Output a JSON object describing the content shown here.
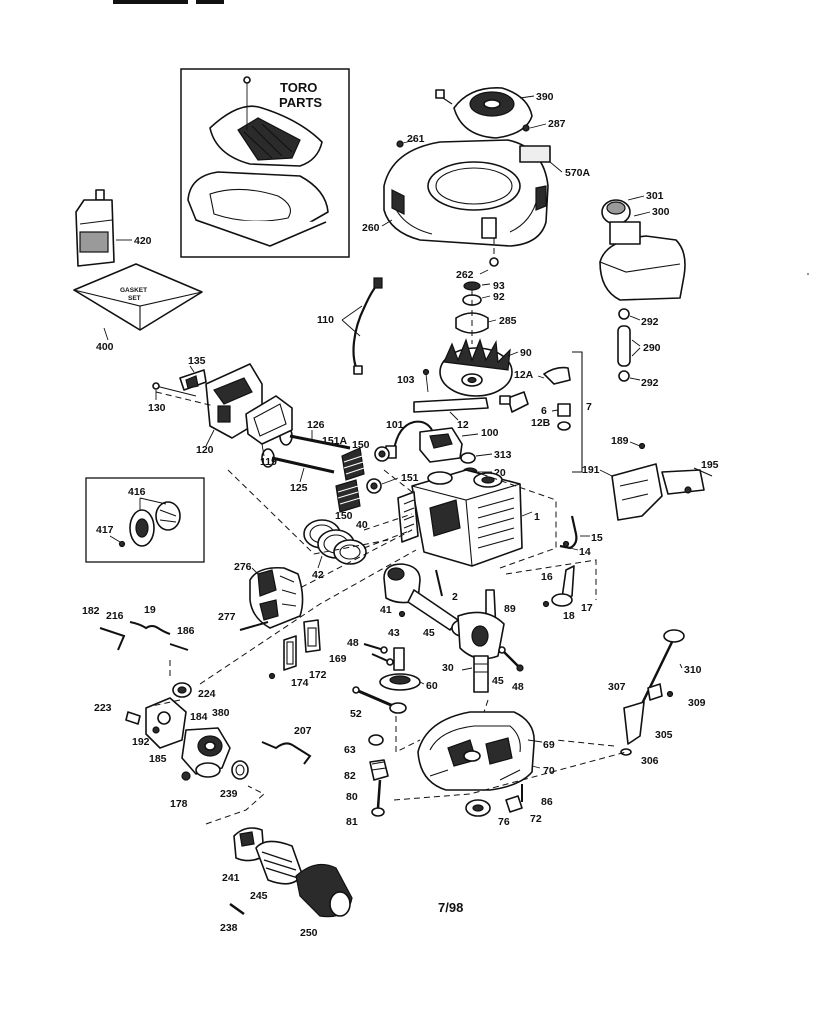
{
  "inset": {
    "title_line1": "TORO",
    "title_line2": "PARTS"
  },
  "gasket_set": {
    "line1": "GASKET",
    "line2": "SET"
  },
  "date_code": "7/98",
  "labels": {
    "p390": "390",
    "p287": "287",
    "p261": "261",
    "p570A": "570A",
    "p260": "260",
    "p301": "301",
    "p300": "300",
    "p420": "420",
    "p400": "400",
    "p262": "262",
    "p93": "93",
    "p92": "92",
    "p285": "285",
    "p110": "110",
    "p292a": "292",
    "p290": "290",
    "p292b": "292",
    "p90": "90",
    "p135": "135",
    "p130": "130",
    "p120": "120",
    "p119": "119",
    "p103": "103",
    "p12A": "12A",
    "p6": "6",
    "p7": "7",
    "p12B": "12B",
    "p12": "12",
    "p126": "126",
    "p101": "101",
    "p100": "100",
    "p151A": "151A",
    "p150a": "150",
    "p125": "125",
    "p313": "313",
    "p20": "20",
    "p189": "189",
    "p191": "191",
    "p195": "195",
    "p151": "151",
    "p150b": "150",
    "p416": "416",
    "p417": "417",
    "p40": "40",
    "p1": "1",
    "p15": "15",
    "p14": "14",
    "p42": "42",
    "p276": "276",
    "p16": "16",
    "p2": "2",
    "p17": "17",
    "p18": "18",
    "p182": "182",
    "p216": "216",
    "p19": "19",
    "p186": "186",
    "p277": "277",
    "p41": "41",
    "p89": "89",
    "p43": "43",
    "p45a": "45",
    "p48a": "48",
    "p169": "169",
    "p172": "172",
    "p174": "174",
    "p310": "310",
    "p224": "224",
    "p30": "30",
    "p45b": "45",
    "p48b": "48",
    "p60": "60",
    "p307": "307",
    "p309": "309",
    "p223": "223",
    "p184": "184",
    "p380": "380",
    "p192": "192",
    "p185": "185",
    "p207": "207",
    "p52": "52",
    "p305": "305",
    "p69": "69",
    "p63": "63",
    "p306": "306",
    "p70": "70",
    "p82": "82",
    "p178": "178",
    "p239": "239",
    "p80": "80",
    "p86": "86",
    "p81": "81",
    "p76": "76",
    "p72": "72",
    "p241": "241",
    "p245": "245",
    "p238": "238",
    "p250": "250"
  },
  "icons": [
    "oil-bottle-icon",
    "gasket-set-envelope-icon",
    "toro-shroud-icon",
    "engine-block-icon"
  ]
}
